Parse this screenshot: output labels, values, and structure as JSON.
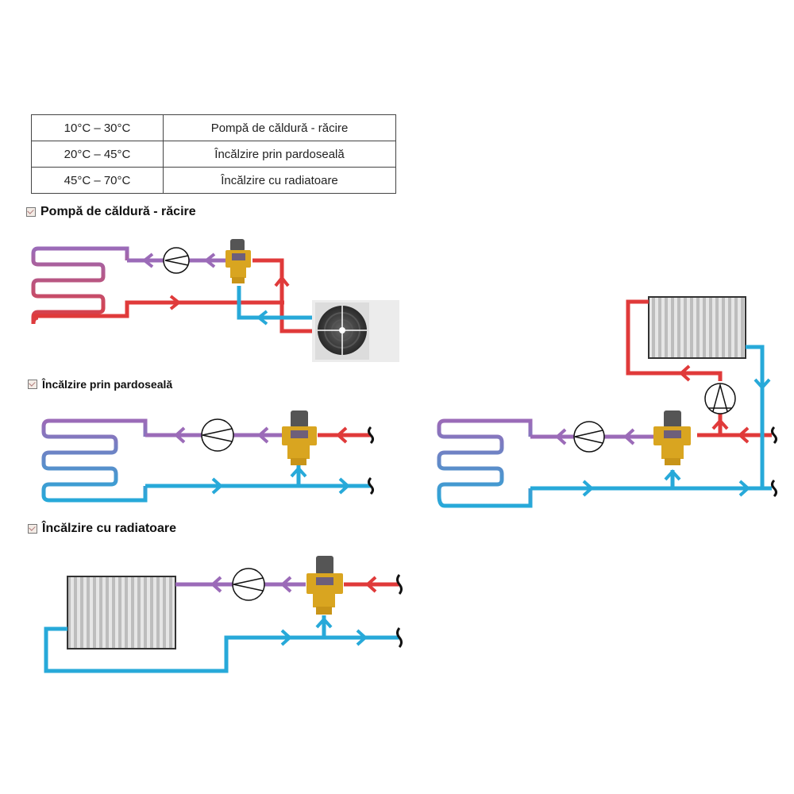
{
  "table": {
    "rows": [
      {
        "range": "10°C – 30°C",
        "application": "Pompă de căldură - răcire"
      },
      {
        "range": "20°C – 45°C",
        "application": "Încălzire prin pardoseală"
      },
      {
        "range": "45°C – 70°C",
        "application": "Încălzire cu radiatoare"
      }
    ]
  },
  "sections": [
    {
      "title": "Pompă de căldură - răcire"
    },
    {
      "title": "Încălzire prin pardoseală"
    },
    {
      "title": "Încălzire cu radiatoare"
    }
  ],
  "colors": {
    "hot": "#e03a3a",
    "cold": "#27a9d9",
    "mixed": "#9b6bb8",
    "valve_brass": "#d9a520",
    "valve_cap": "#555555"
  }
}
